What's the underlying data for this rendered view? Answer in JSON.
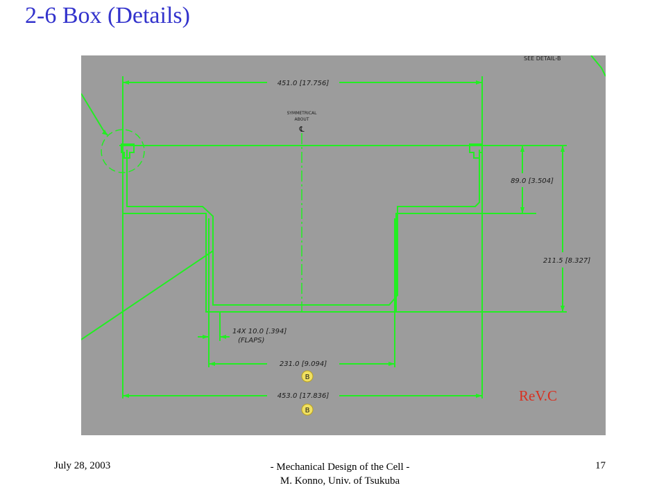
{
  "slide": {
    "title": "2-6 Box (Details)",
    "revision": "ReV.C"
  },
  "drawing": {
    "corner_note": "SEE DETAIL-B",
    "symmetry_note_line1": "SYMMETRICAL",
    "symmetry_note_line2": "ABOUT",
    "centerline_symbol": "℄",
    "dimensions": {
      "top_width": "451.0 [17.756]",
      "step_height": "89.0 [3.504]",
      "total_height": "211.5 [8.327]",
      "flaps_line1": "14X 10.0 [.394]",
      "flaps_line2": "(FLAPS)",
      "bottom_width": "231.0 [9.094]",
      "overall_width": "453.0 [17.836]"
    },
    "inspection_balloons": [
      "B",
      "B"
    ],
    "line_color": "#22ee22",
    "background_color": "#9c9c9c"
  },
  "footer": {
    "date": "July 28, 2003",
    "center_line1": "- Mechanical Design of the Cell -",
    "center_line2": "M. Konno, Univ. of Tsukuba",
    "page": "17"
  }
}
